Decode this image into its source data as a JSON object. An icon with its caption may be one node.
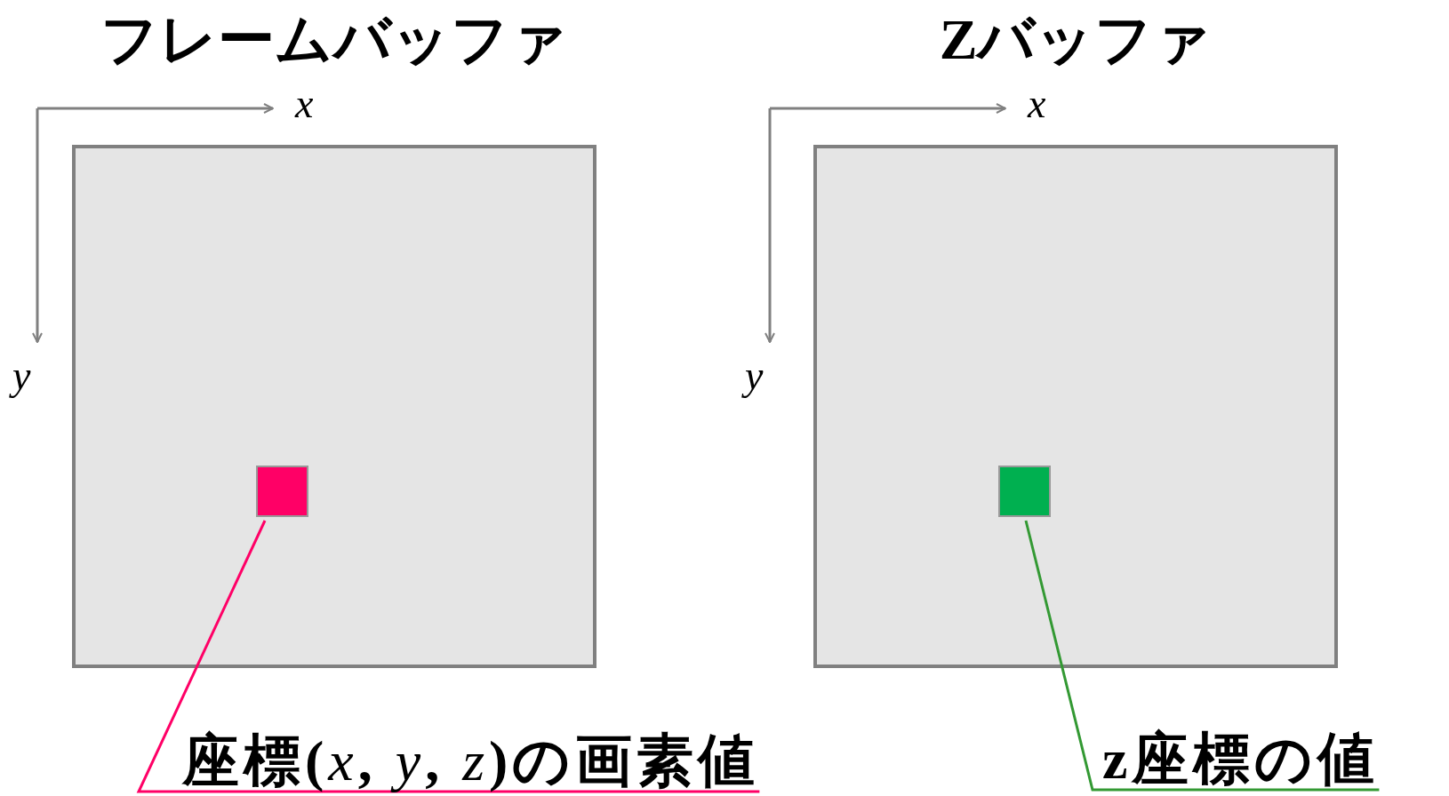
{
  "diagram": {
    "nodes": [
      {
        "text": [
          "フレームバッファ"
        ]
      },
      {
        "text": [],
        "shape": "box",
        "in": 0
      },
      {
        "text": [
          "Zバッファ"
        ]
      },
      {
        "text": [],
        "shape": "box",
        "in": 2
      },
      {
        "text": [
          "座標(*x*, *y*, *z*)の画素値"
        ]
      },
      {
        "text": [
          "z座標の値"
        ]
      }
    ],
    "edges": [
      {
        "from": 4,
        "to": 1,
        "arrow": "none",
        "color": "#ff0066"
      },
      {
        "from": 5,
        "to": 3,
        "arrow": "none",
        "color": "#339933"
      }
    ],
    "labels": [
      "x",
      "y",
      "x",
      "y"
    ]
  }
}
